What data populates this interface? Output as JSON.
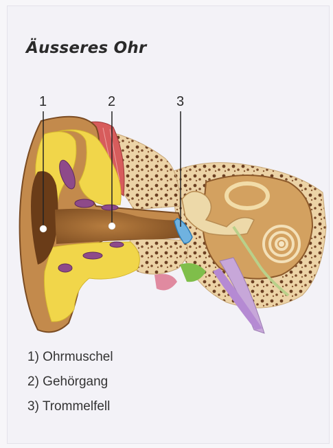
{
  "title": "Äusseres Ohr",
  "callouts": [
    {
      "number": "1"
    },
    {
      "number": "2"
    },
    {
      "number": "3"
    }
  ],
  "legend": [
    "1) Ohrmuschel",
    "2) Gehörgang",
    "3) Trommelfell"
  ],
  "colors": {
    "skin": "#c89050",
    "cartilage": "#f1d64a",
    "bone": "#e7c79a",
    "eardrum": "#6fb2e0",
    "muscle": "#d85b5b",
    "fat_purple": "#8e4a8a"
  }
}
